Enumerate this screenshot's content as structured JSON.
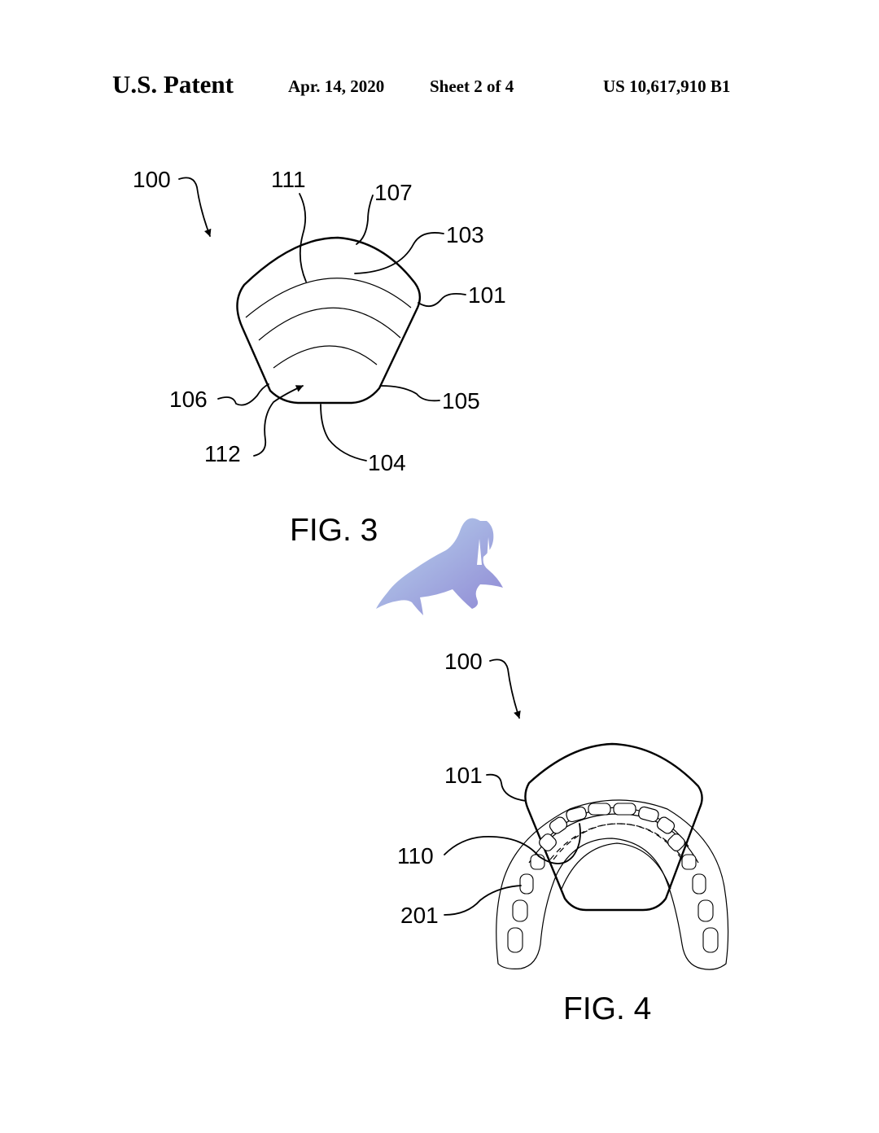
{
  "header": {
    "title": "U.S. Patent",
    "date": "Apr. 14, 2020",
    "sheet": "Sheet 2 of 4",
    "patent_number": "US 10,617,910 B1"
  },
  "fig3": {
    "caption": "FIG. 3",
    "labels": {
      "r100": "100",
      "r111": "111",
      "r107": "107",
      "r103": "103",
      "r101": "101",
      "r106": "106",
      "r105": "105",
      "r112": "112",
      "r104": "104"
    }
  },
  "fig4": {
    "caption": "FIG. 4",
    "labels": {
      "r100": "100",
      "r101": "101",
      "r110": "110",
      "r201": "201"
    }
  },
  "colors": {
    "ink": "#000000",
    "paper": "#ffffff",
    "mascot_light": "#b9d6ee",
    "mascot_dark": "#8f88d4"
  },
  "icons": {
    "mascot": "walrus-icon"
  }
}
